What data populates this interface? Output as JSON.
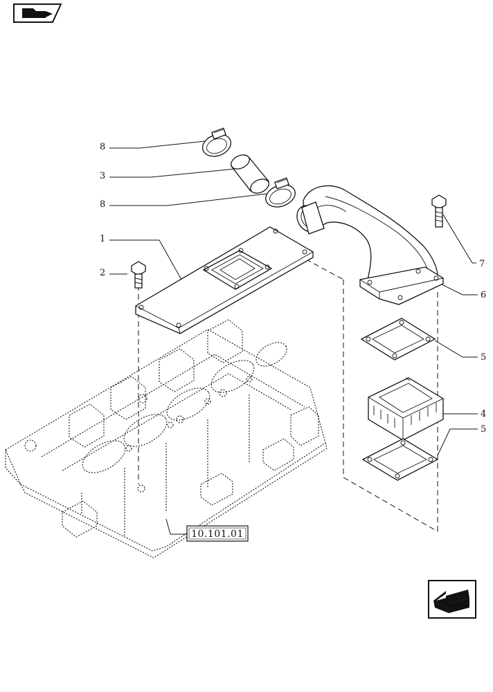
{
  "callouts": [
    {
      "id": "c-8a",
      "text": "8"
    },
    {
      "id": "c-3",
      "text": "3"
    },
    {
      "id": "c-8b",
      "text": "8"
    },
    {
      "id": "c-1",
      "text": "1"
    },
    {
      "id": "c-2",
      "text": "2"
    },
    {
      "id": "c-7",
      "text": "7"
    },
    {
      "id": "c-6",
      "text": "6"
    },
    {
      "id": "c-5a",
      "text": "5"
    },
    {
      "id": "c-4",
      "text": "4"
    },
    {
      "id": "c-5b",
      "text": "5"
    }
  ],
  "reference_box": {
    "text": "10.101.01"
  },
  "icons": {
    "top_left": "book-pointing-hand-icon",
    "bottom_right": "previous-page-arrow-icon"
  }
}
